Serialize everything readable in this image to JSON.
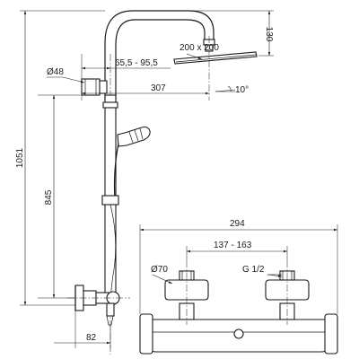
{
  "dimensions": {
    "total_height": "1051",
    "head_height": "130",
    "head_size": "200 x 200",
    "arm_offset": "65,5 - 95,5",
    "rail_diameter": "Ø48",
    "arm_reach": "307",
    "head_angle": "10°",
    "bar_height": "845",
    "wall_offset": "82",
    "mixer_length": "294",
    "inlet_spacing": "137 - 163",
    "inlet_diameter": "Ø70",
    "inlet_thread": "G 1/2"
  }
}
